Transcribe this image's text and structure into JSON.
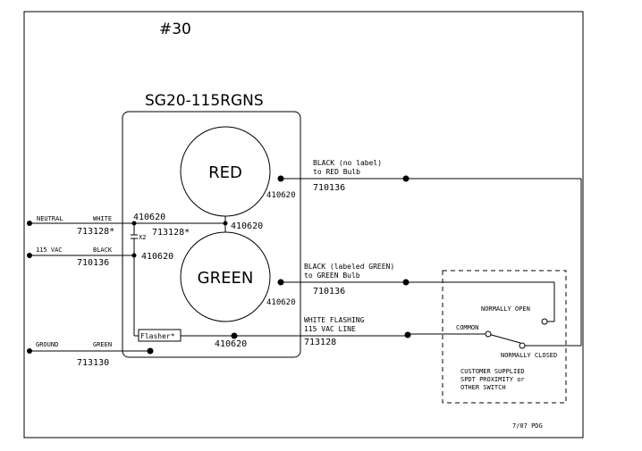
{
  "page_number": "#30",
  "model": "SG20-115RGNS",
  "lamps": {
    "red": "RED",
    "green": "GREEN"
  },
  "wires": {
    "neutral": "NEUTRAL",
    "white": "WHITE",
    "white_part": "713128*",
    "vac_115": "115 VAC",
    "black": "BLACK",
    "black_part": "710136",
    "ground": "GROUND",
    "green": "GREEN",
    "ground_part": "713130"
  },
  "internal": {
    "red_part": "410620",
    "top_wire_part": "410620",
    "top_node_part": "410620",
    "white_inner_part": "713128*",
    "x2_label": "X2",
    "black_inner_part": "410620",
    "green_part": "410620",
    "flasher": "Flasher*",
    "flasher_part": "410620"
  },
  "outputs": {
    "red_line1": "BLACK (no label)",
    "red_line2": "to RED Bulb",
    "red_part": "710136",
    "green_line1": "BLACK (labeled GREEN)",
    "green_line2": "to GREEN Bulb",
    "green_part": "710136",
    "flash_line1": "WHITE FLASHING",
    "flash_line2": "115 VAC LINE",
    "flash_part": "713128"
  },
  "switch": {
    "normally_open": "NORMALLY OPEN",
    "common": "COMMON",
    "normally_closed": "NORMALLY CLOSED",
    "note1": "CUSTOMER SUPPLIED",
    "note2": "SPDT PROXIMITY or",
    "note3": "OTHER SWITCH"
  },
  "footer": "7/07 PDG"
}
